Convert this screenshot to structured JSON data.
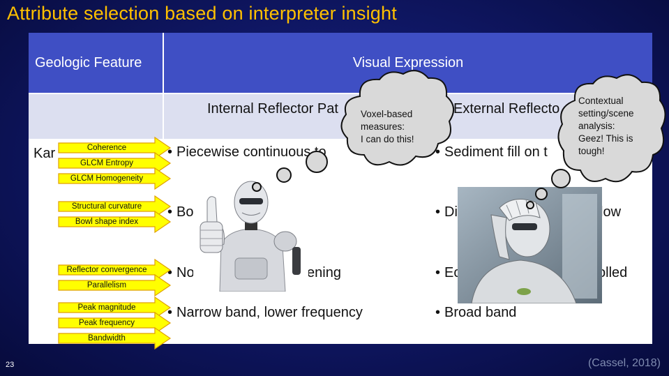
{
  "slide": {
    "title": "Attribute selection based on interpreter insight",
    "page_number": "23",
    "citation": "(Cassel, 2018)"
  },
  "table": {
    "header_col1": "Geologic Feature",
    "header_col2": "Visual Expression",
    "subheader_internal": "Internal Reflector Pat",
    "subheader_external": "External Reflecto",
    "row_feature": "Kar",
    "internal_items": [
      "Piecewise continuous to",
      "Bo",
      "No",
      "ening",
      "Narrow band, lower frequency"
    ],
    "external_items": [
      "Sediment fill on t",
      "Di",
      "low",
      "Ec",
      "olled",
      "Broad band"
    ]
  },
  "attributes": [
    "Coherence",
    "GLCM Entropy",
    "GLCM Homogeneity",
    "Structural curvature",
    "Bowl shape index",
    "Reflector convergence",
    "Parallelism",
    "Peak magnitude",
    "Peak frequency",
    "Bandwidth"
  ],
  "thoughts": {
    "voxel": [
      "Voxel-based",
      "measures:",
      "I can do this!"
    ],
    "context": [
      "Contextual",
      "setting/scene",
      "analysis:",
      "Geez! This is",
      "tough!"
    ]
  },
  "colors": {
    "title": "#ffc000",
    "header": "#3f4fc4",
    "subheader": "#dcdff0",
    "arrow_fill": "#ffff00",
    "arrow_stroke": "#e0a000"
  }
}
